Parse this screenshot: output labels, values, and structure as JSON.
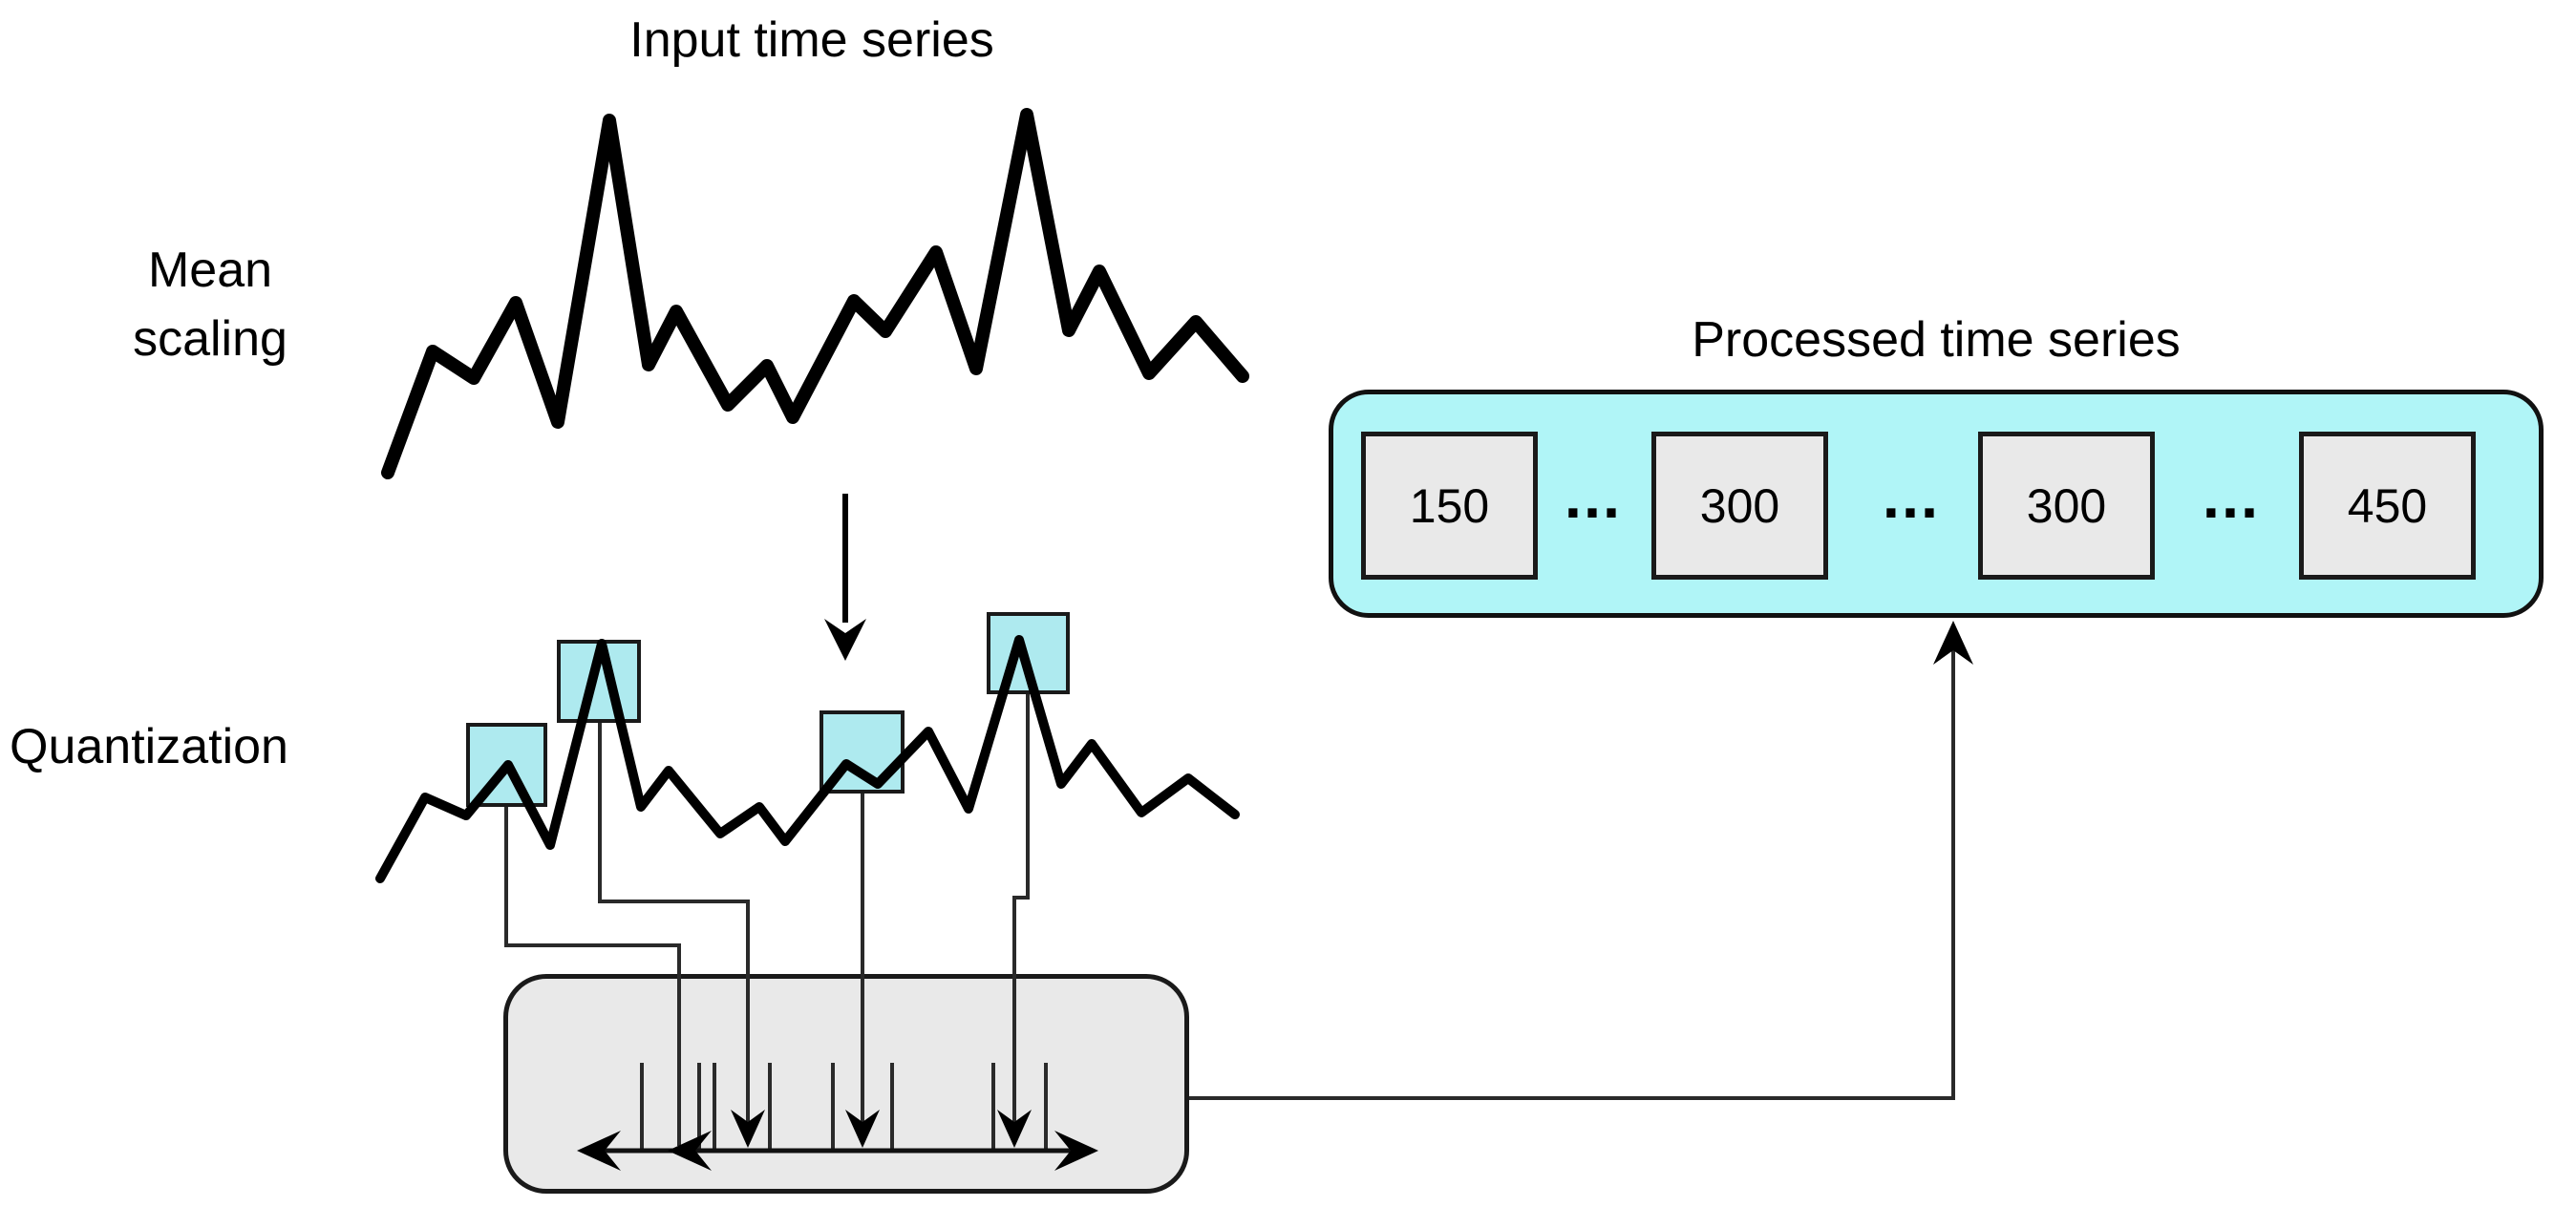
{
  "figure": {
    "input_series_title": "Input time series",
    "mean_scaling_label": "Mean\nscaling",
    "quantization_label": "Quantization",
    "processed_series_title": "Processed time series"
  },
  "processed_series": {
    "cells": [
      "150",
      "300",
      "300",
      "450"
    ],
    "separator": "..."
  },
  "icons": {
    "mean_scaling_step": "down-arrow-icon",
    "quantizer_axis": "double-headed-arrow-icon",
    "quantized_value_markers": "down-arrow-icon",
    "output_connector": "up-arrow-icon"
  },
  "colors": {
    "highlight_box_cyan": "#aeeaef",
    "processed_container_cyan": "#b0f5f7",
    "box_fill_gray": "#e9e9e9",
    "series_line_black": "#000000",
    "connector_line": "#2a2a2a"
  }
}
